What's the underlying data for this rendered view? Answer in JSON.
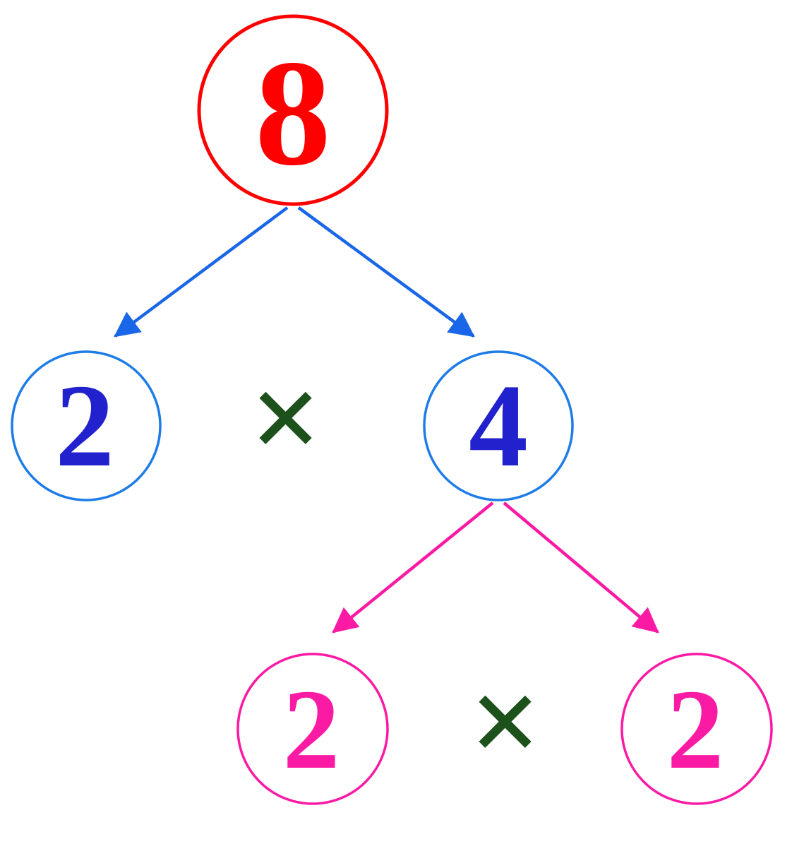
{
  "diagram": {
    "type": "factor-tree",
    "background": "#ffffff",
    "nodes": {
      "root": {
        "value": "8",
        "text_color": "#ff0000",
        "circle_color": "#ff0000"
      },
      "left_child": {
        "value": "2",
        "text_color": "#2121cd",
        "circle_color": "#1e7ce8"
      },
      "right_child": {
        "value": "4",
        "text_color": "#2121cd",
        "circle_color": "#1e7ce8"
      },
      "grand_left": {
        "value": "2",
        "text_color": "#fb1aa4",
        "circle_color": "#fb1aa4"
      },
      "grand_right": {
        "value": "2",
        "text_color": "#fb1aa4",
        "circle_color": "#fb1aa4"
      }
    },
    "operators": {
      "multiply_top": {
        "symbol": "×",
        "color": "#1c511c"
      },
      "multiply_bottom": {
        "symbol": "×",
        "color": "#1c511c"
      }
    },
    "edges": {
      "top_color": "#1a66e8",
      "bottom_color": "#fb1aa4"
    }
  }
}
